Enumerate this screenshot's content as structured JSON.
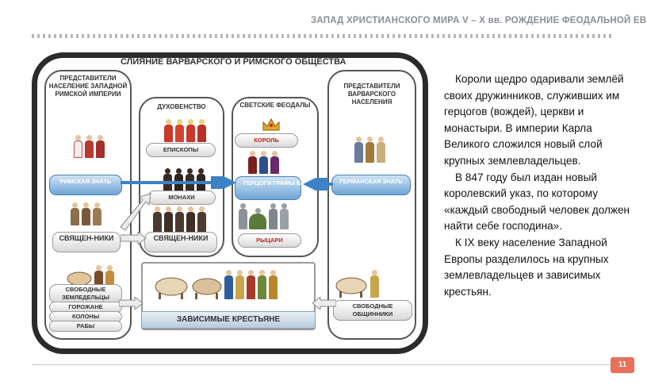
{
  "header": {
    "title": "ЗАПАД ХРИСТИАНСКОГО МИРА V – X вв. РОЖДЕНИЕ ФЕОДАЛЬНОЙ ЕВРОПЫ"
  },
  "diagram": {
    "title": "СЛИЯНИЕ ВАРВАРСКОГО И РИМСКОГО ОБЩЕСТВА",
    "columns": {
      "west": "ПРЕДСТАВИТЕЛИ НАСЕЛЕНИЕ ЗАПАДНОЙ РИМСКОЙ ИМПЕРИИ",
      "clergy": "ДУХОВЕНСТВО",
      "lords": "СВЕТСКИЕ ФЕОДАЛЫ",
      "barb": "ПРЕДСТАВИТЕЛИ ВАРВАРСКОГО НАСЕЛЕНИЯ"
    },
    "labels": {
      "roman_nobility": "РИМСКАЯ ЗНАТЬ",
      "priests_left": "СВЯЩЕН-НИКИ",
      "bishops": "ЕПИСКОПЫ",
      "monks": "МОНАХИ",
      "priests_mid": "СВЯЩЕН-НИКИ",
      "king": "КОРОЛЬ",
      "dukes": "ГЕРЦОГИ ГРАФЫ БАРОНЫ",
      "knights": "РЫЦАРИ",
      "germanic_nobility": "ГЕРМАНСКАЯ ЗНАТЬ",
      "free_landowners": "СВОБОДНЫЕ ЗЕМЛЕДЕЛЬЦЫ",
      "townsfolk": "ГОРОЖАНЕ",
      "coloni": "КОЛОНЫ",
      "slaves": "РАБЫ",
      "dependent_peasants": "ЗАВИСИМЫЕ КРЕСТЬЯНЕ",
      "free_community": "СВОБОДНЫЕ ОБЩИННИКИ"
    }
  },
  "body_text": [
    "Короли щедро одаривали землёй своих дружинников, служивших им герцогов (вождей), церкви и монастыри. В империи Карла Великого сложился новый слой крупных землевладельцев.",
    "В 847 году был издан новый королевский указ, по которому «каждый свободный человек должен найти себе господина».",
    "К IX веку население Западной Европы разделилось на крупных землевладельцев и зависимых крестьян."
  ],
  "page_number": "11",
  "colors": {
    "accent": "#e8705b",
    "arrow_blue": "#3b82c6",
    "nobility_blue": "#6ea4d6",
    "red_label": "#c0241b"
  }
}
